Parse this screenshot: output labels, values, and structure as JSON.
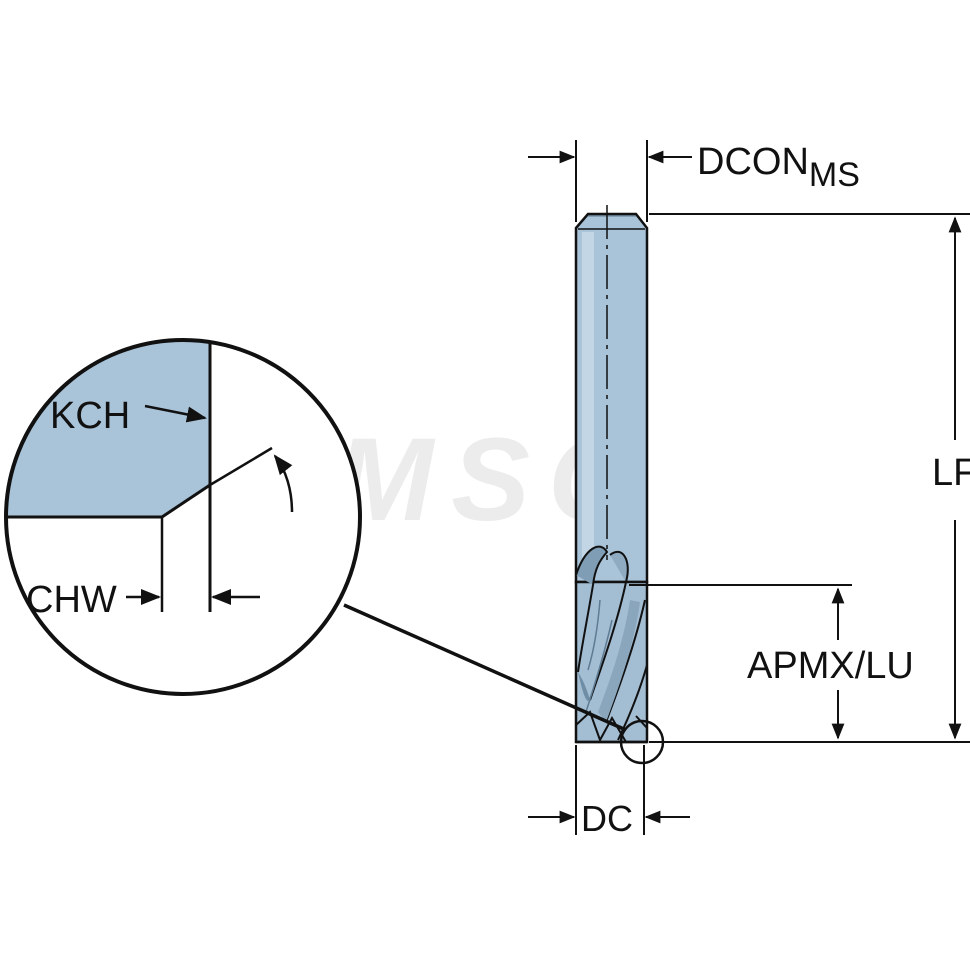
{
  "labels": {
    "dcon_main": "DCON",
    "dcon_sub": "MS",
    "lf": "LF",
    "apmx_lu": "APMX/LU",
    "dc": "DC",
    "kch": "KCH",
    "chw": "CHW"
  },
  "watermark": "MSC",
  "colors": {
    "tool_fill": "#a9c3d9",
    "tool_light": "#c9dbe9",
    "tool_dark": "#6f8ea6",
    "line": "#111111",
    "watermark": "#e8e8e8"
  }
}
